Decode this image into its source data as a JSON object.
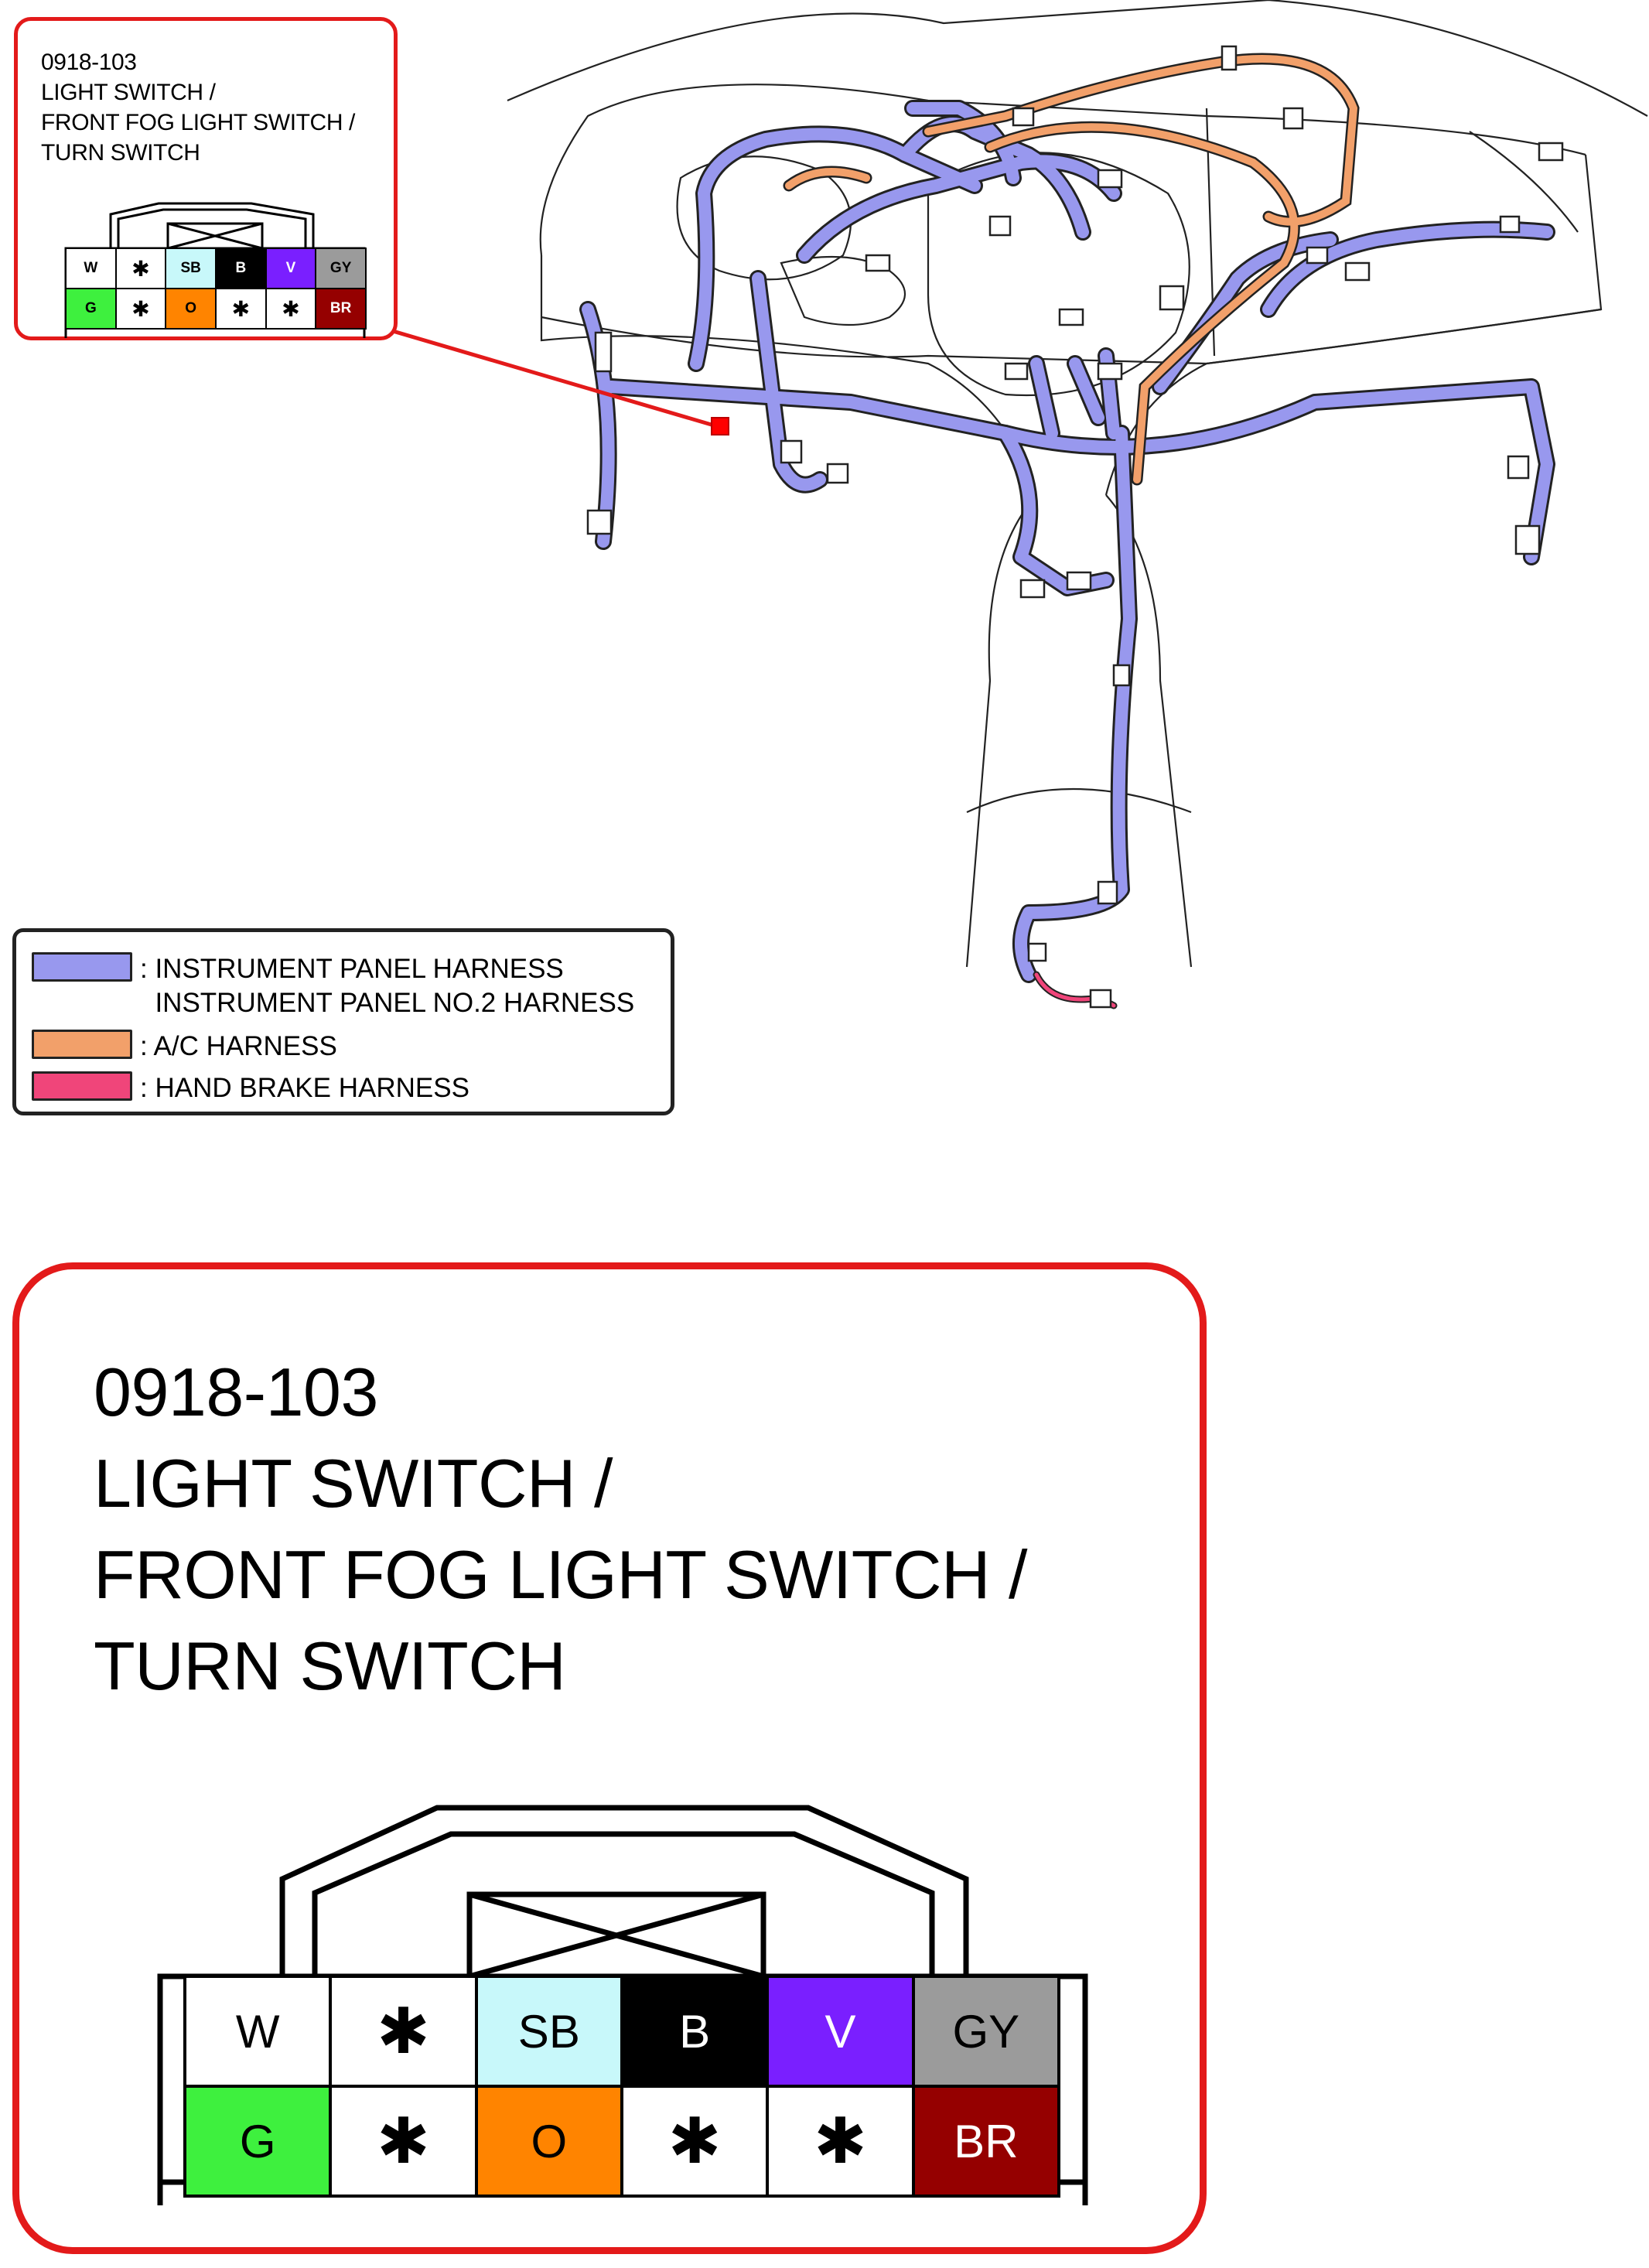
{
  "callout": {
    "title_lines": [
      "0918-103",
      "LIGHT SWITCH /",
      "FRONT FOG LIGHT SWITCH /",
      "TURN SWITCH"
    ]
  },
  "connector": {
    "empty_symbol": "✱",
    "pins": [
      {
        "label": "W",
        "bg": "#ffffff",
        "fg": "#000000"
      },
      {
        "label": "✱",
        "bg": "#ffffff",
        "fg": "#000000",
        "empty": true
      },
      {
        "label": "SB",
        "bg": "#c8f8fa",
        "fg": "#000000"
      },
      {
        "label": "B",
        "bg": "#000000",
        "fg": "#ffffff"
      },
      {
        "label": "V",
        "bg": "#7a1fff",
        "fg": "#ffffff"
      },
      {
        "label": "GY",
        "bg": "#9b9b9b",
        "fg": "#000000"
      },
      {
        "label": "G",
        "bg": "#3ef03e",
        "fg": "#000000"
      },
      {
        "label": "✱",
        "bg": "#ffffff",
        "fg": "#000000",
        "empty": true
      },
      {
        "label": "O",
        "bg": "#ff8400",
        "fg": "#000000"
      },
      {
        "label": "✱",
        "bg": "#ffffff",
        "fg": "#000000",
        "empty": true
      },
      {
        "label": "✱",
        "bg": "#ffffff",
        "fg": "#000000",
        "empty": true
      },
      {
        "label": "BR",
        "bg": "#950000",
        "fg": "#ffffff"
      }
    ]
  },
  "legend": {
    "items": [
      {
        "lines": [
          ": INSTRUMENT PANEL HARNESS",
          "  INSTRUMENT PANEL NO.2 HARNESS"
        ],
        "color": "#9898ee"
      },
      {
        "lines": [
          ": A/C HARNESS"
        ],
        "color": "#f2a06a"
      },
      {
        "lines": [
          ": HAND BRAKE HARNESS"
        ],
        "color": "#f0457a"
      }
    ]
  },
  "colors": {
    "callout_border": "#e31a1a",
    "ip_harness": "#9898ee",
    "ac_harness": "#f2a06a",
    "hand_brake_harness": "#f0457a",
    "locator_marker": "#ff0000"
  }
}
